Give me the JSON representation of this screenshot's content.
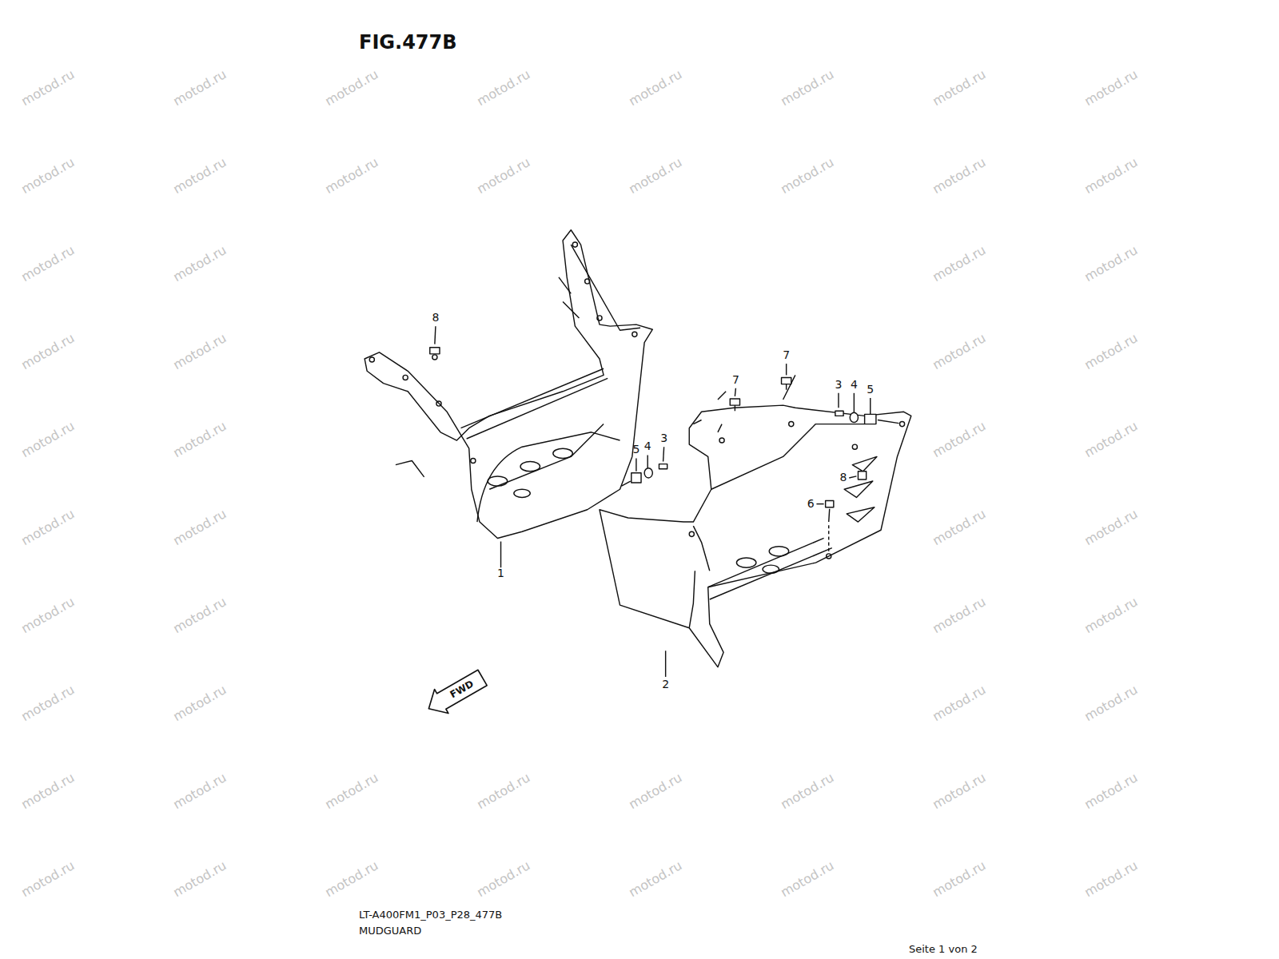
{
  "diagram": {
    "title": "FIG.477B",
    "labels": [
      "8",
      "1",
      "7",
      "7",
      "3",
      "4",
      "5",
      "5",
      "4",
      "3",
      "8",
      "6",
      "2",
      "FWD",
      "LT-A400FM1_P03_P28_477B",
      "MUDGUARD",
      "Seite 1 von 2",
      "motod.ru",
      "motod.ru",
      "motod.ru",
      "motod.ru",
      "motod.ru",
      "motod.ru",
      "motod.ru",
      "motod.ru",
      "motod.ru",
      "motod.ru",
      "motod.ru",
      "motod.ru",
      "motod.ru",
      "motod.ru",
      "motod.ru",
      "motod.ru",
      "motod.ru",
      "motod.ru",
      "motod.ru",
      "motod.ru",
      "motod.ru",
      "motod.ru",
      "motod.ru",
      "motod.ru",
      "motod.ru",
      "motod.ru",
      "motod.ru",
      "motod.ru",
      "motod.ru",
      "motod.ru",
      "motod.ru",
      "motod.ru",
      "motod.ru",
      "motod.ru",
      "motod.ru",
      "motod.ru",
      "motod.ru",
      "motod.ru",
      "motod.ru",
      "motod.ru",
      "motod.ru",
      "motod.ru",
      "motod.ru",
      "motod.ru",
      "motod.ru",
      "motod.ru",
      "motod.ru",
      "motod.ru",
      "motod.ru",
      "motod.ru",
      "motod.ru",
      "motod.ru",
      "motod.ru",
      "motod.ru",
      "motod.ru",
      "motod.ru"
    ]
  }
}
